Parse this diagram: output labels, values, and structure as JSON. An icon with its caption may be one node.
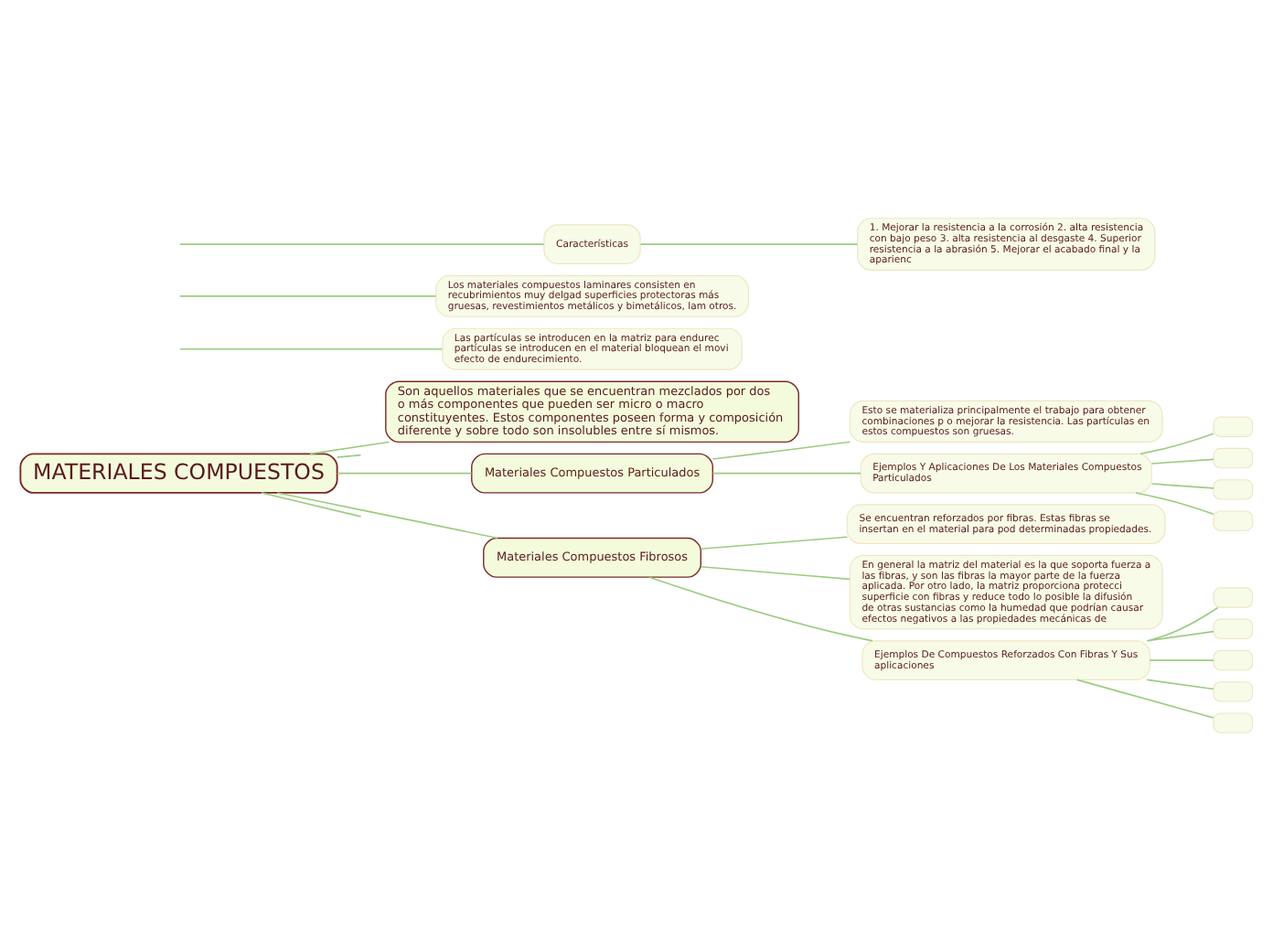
{
  "diagram": {
    "nodes": [
      {
        "text": [
          "MATERIALES COMPUESTOS"
        ]
      },
      {
        "text": [
          "Son aquellos materiales que se encuentran mezclados por dos o más componentes que pueden ser micro o macro constituyentes. Estos componentes poseen forma y composición diferente y sobre todo son insolubles entre sí mismos."
        ]
      },
      {
        "text": [
          "Materiales Compuestos Particulados"
        ]
      },
      {
        "text": [
          "Las partículas se introducen en la matriz para endurec partículas se introducen en el material bloquean el movi efecto de endurecimiento."
        ]
      },
      {
        "text": [
          "Esto se materializa principalmente el trabajo para obtener combinaciones p o mejorar la resistencia. Las partículas en estos compuestos son gruesas."
        ]
      },
      {
        "text": [
          "Ejemplos Y Aplicaciones De Los Materiales Compuestos Particulados"
        ]
      },
      {
        "text": [],
        "shape": "box"
      },
      {
        "text": [],
        "shape": "box"
      },
      {
        "text": [],
        "shape": "box"
      },
      {
        "text": [],
        "shape": "box"
      },
      {
        "text": [
          "Materiales Compuestos Fibrosos"
        ]
      },
      {
        "text": [
          "Se encuentran reforzados por fibras. Estas fibras se insertan en el material para pod determinadas propiedades."
        ]
      },
      {
        "text": [
          "En general la matriz del material es la que soporta fuerza a las fibras, y son las fibras la mayor parte de la fuerza aplicada. Por otro lado, la matriz proporciona protecci superficie con fibras y reduce todo lo posible la difusión de otras sustancias como la humedad que podrían causar efectos negativos a las propiedades mecánicas de"
        ]
      },
      {
        "text": [
          "Ejemplos De Compuestos Reforzados Con Fibras Y Sus aplicaciones"
        ]
      },
      {
        "text": [],
        "shape": "box"
      },
      {
        "text": [],
        "shape": "box"
      },
      {
        "text": [],
        "shape": "box"
      },
      {
        "text": [],
        "shape": "box"
      },
      {
        "text": [],
        "shape": "box"
      },
      {
        "text": [
          "Los materiales compuestos laminares consisten en recubrimientos muy delgad superficies protectoras más gruesas, revestimientos metálicos y bimetálicos, lam otros."
        ]
      },
      {
        "text": [
          "Características"
        ]
      },
      {
        "text": [
          "1. Mejorar la resistencia a la corrosión 2. alta resistencia con bajo peso 3. alta resistencia al desgaste 4. Superior resistencia a la abrasión 5. Mejorar el acabado final y la aparienc"
        ]
      }
    ],
    "edges": [
      {
        "from": 0,
        "to": 1,
        "arrow": "none"
      },
      {
        "from": 0,
        "to": null,
        "arrow": "none"
      },
      {
        "from": 0,
        "to": 2,
        "arrow": "none"
      },
      {
        "from": 0,
        "to": 10,
        "arrow": "none"
      },
      {
        "from": 0,
        "to": null,
        "arrow": "none"
      },
      {
        "from": null,
        "to": 3,
        "arrow": "none"
      },
      {
        "from": 2,
        "to": 4,
        "arrow": "none"
      },
      {
        "from": 2,
        "to": 5,
        "arrow": "none"
      },
      {
        "from": 5,
        "to": 6,
        "arrow": "none"
      },
      {
        "from": 5,
        "to": 7,
        "arrow": "none"
      },
      {
        "from": 5,
        "to": 8,
        "arrow": "none"
      },
      {
        "from": 5,
        "to": 9,
        "arrow": "none"
      },
      {
        "from": 10,
        "to": 11,
        "arrow": "none"
      },
      {
        "from": 10,
        "to": 12,
        "arrow": "none"
      },
      {
        "from": 10,
        "to": 13,
        "arrow": "none"
      },
      {
        "from": 13,
        "to": 14,
        "arrow": "none"
      },
      {
        "from": 13,
        "to": 15,
        "arrow": "none"
      },
      {
        "from": 13,
        "to": 16,
        "arrow": "none"
      },
      {
        "from": 13,
        "to": 17,
        "arrow": "none"
      },
      {
        "from": 13,
        "to": 18,
        "arrow": "none"
      },
      {
        "from": null,
        "to": 19,
        "arrow": "none"
      },
      {
        "from": null,
        "to": 20,
        "arrow": "none"
      },
      {
        "from": 20,
        "to": 21,
        "arrow": "none"
      }
    ]
  }
}
